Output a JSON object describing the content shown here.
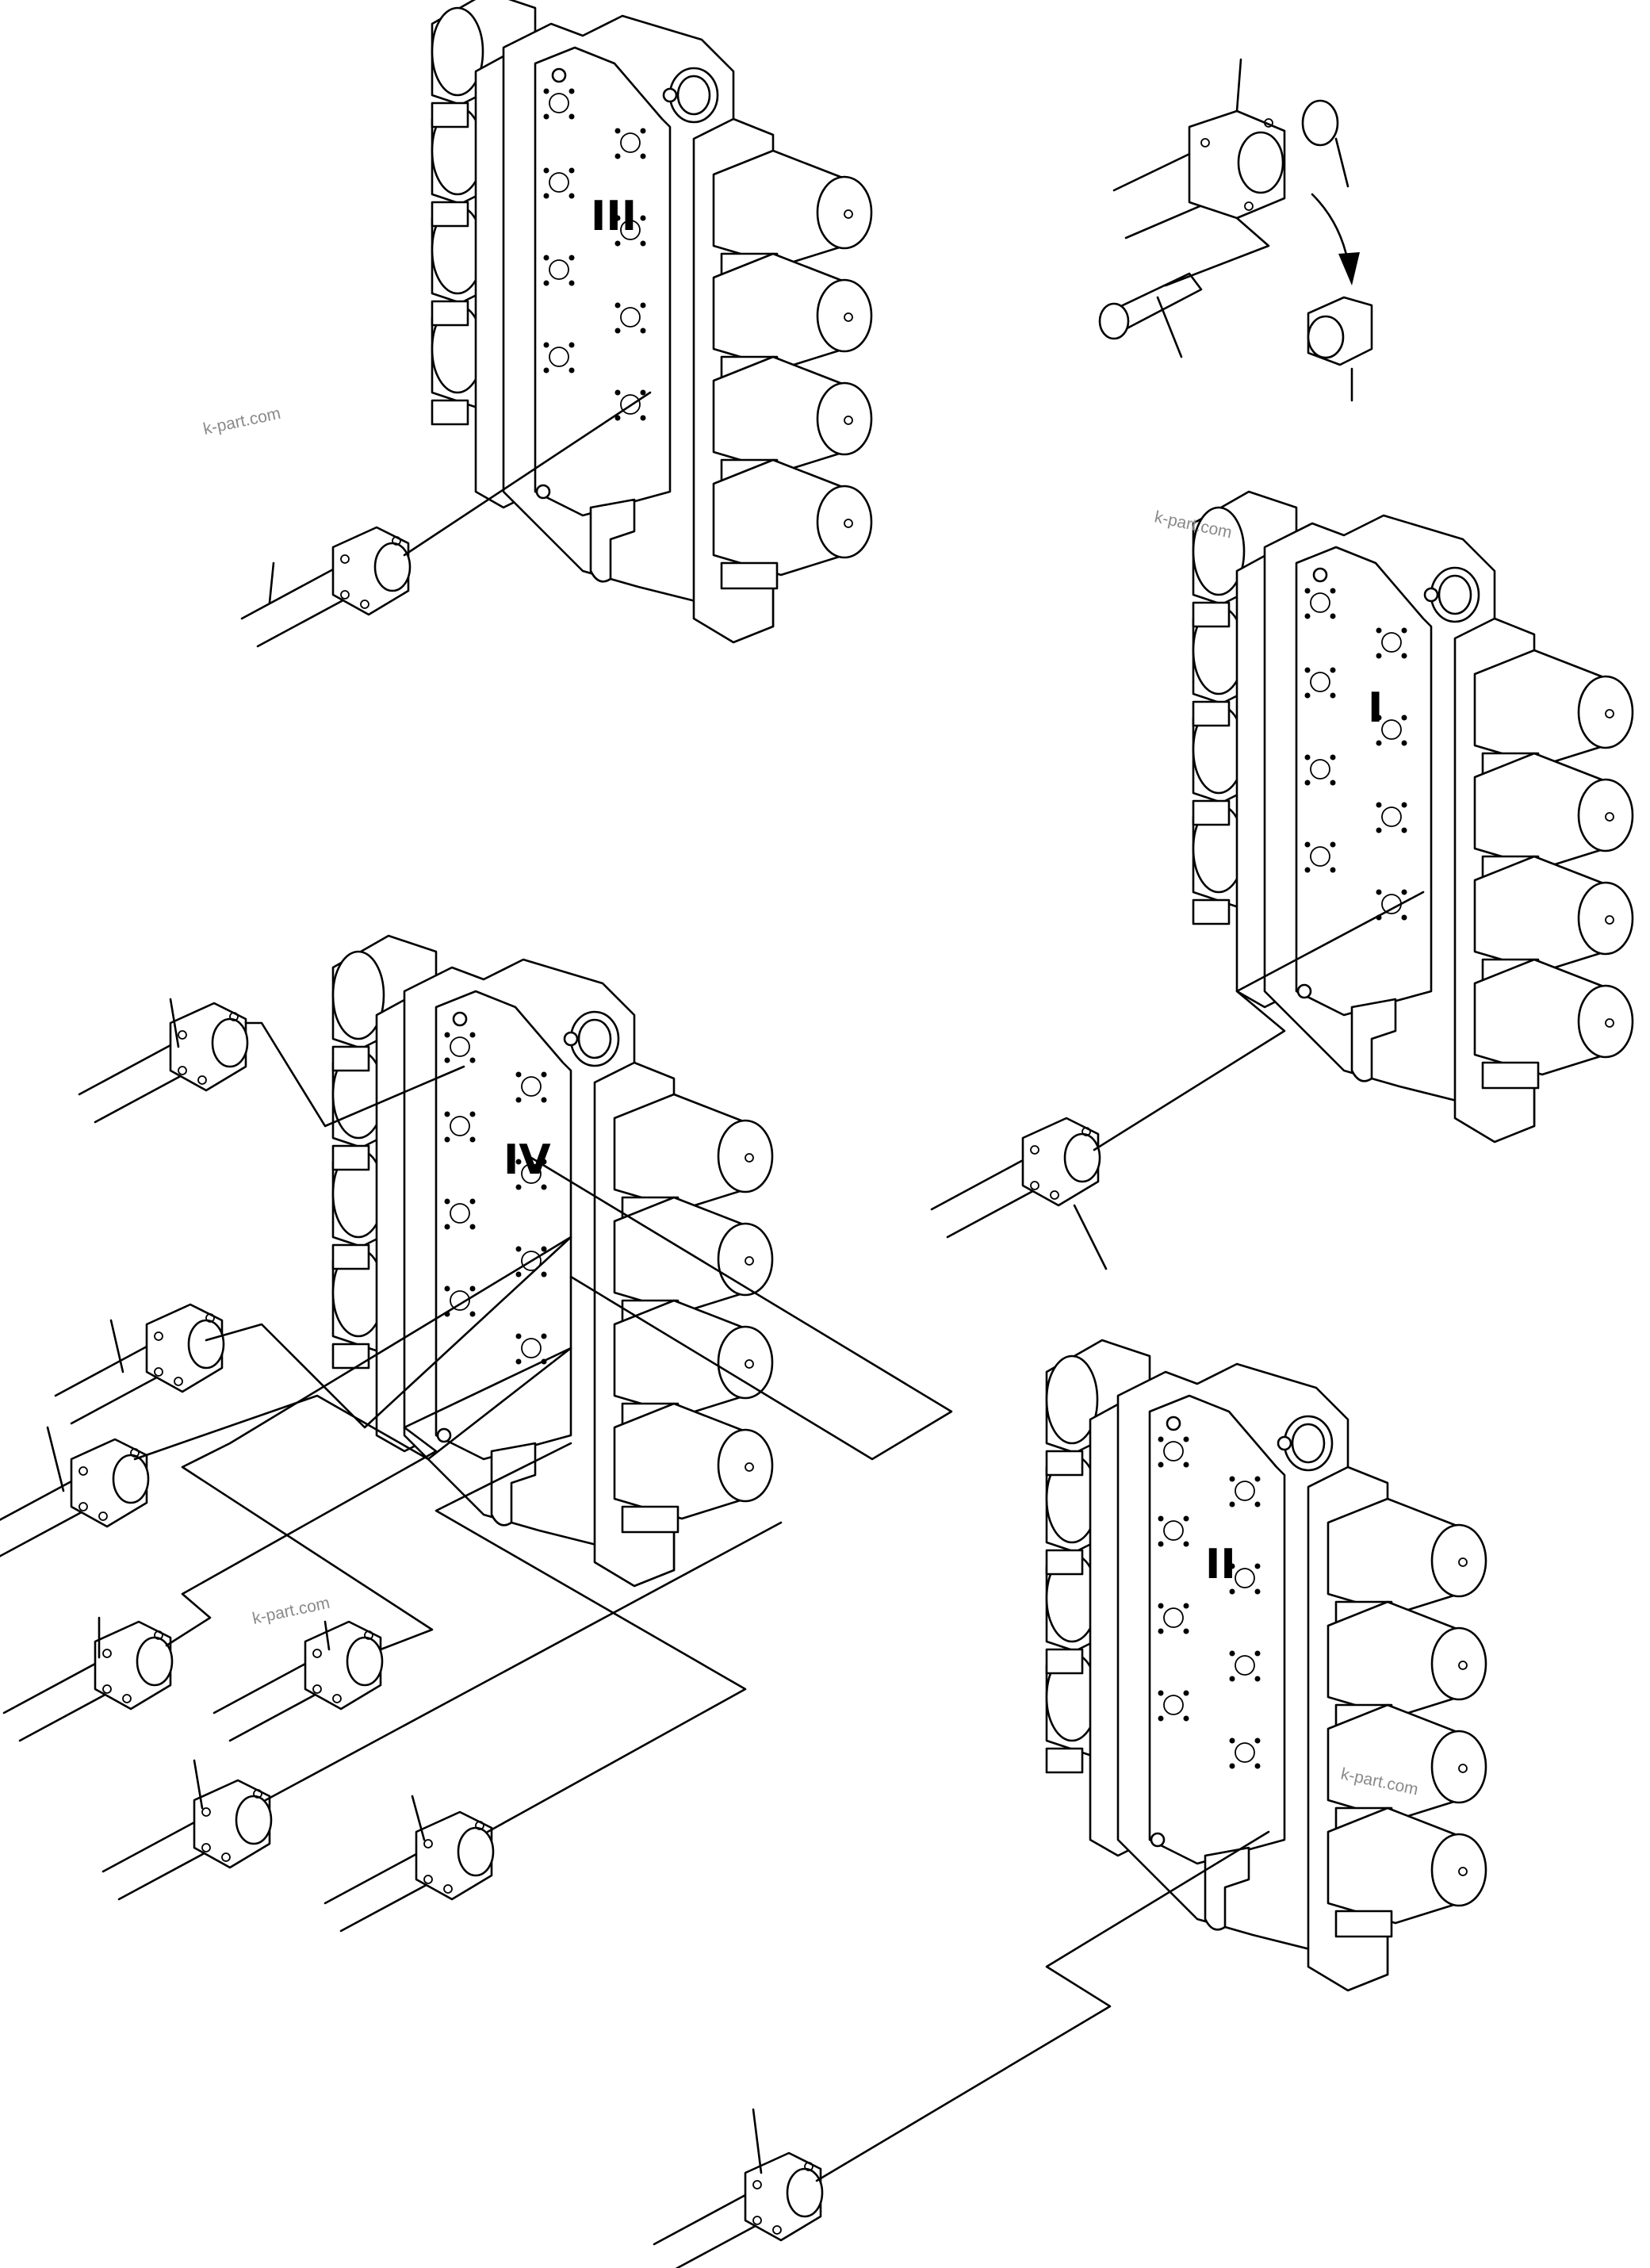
{
  "diagram": {
    "valve_labels": {
      "top": "III",
      "right": "I",
      "left": "IV",
      "bottom_right": "II"
    },
    "watermarks": [
      "k-part.com",
      "k-part.com",
      "k-part.com",
      "k-part.com"
    ]
  }
}
